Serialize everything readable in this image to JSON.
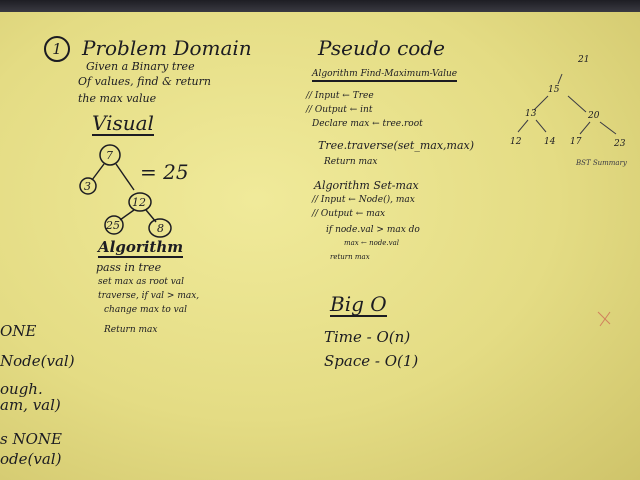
{
  "problem": {
    "number": "1",
    "title": "Problem Domain",
    "lines": [
      "Given a Binary tree",
      "Of values, find & return",
      "the max value"
    ]
  },
  "visual": {
    "title": "Visual",
    "eq": "= 25",
    "nodes": [
      "7",
      "3",
      "12",
      "25",
      "8"
    ]
  },
  "algorithm": {
    "title": "Algorithm",
    "lines": [
      "pass in tree",
      "set max as root val",
      "traverse, if val > max,",
      "change max to val",
      "Return max"
    ]
  },
  "pseudo": {
    "title": "Pseudo code",
    "alg1_title": "Algorithm  Find-Maximum-Value",
    "alg1_lines": [
      "// Input ← Tree",
      "// Output ← int",
      "Declare max ← tree.root",
      "Tree.traverse(set_max,max)",
      "Return max"
    ],
    "alg2_title": "Algorithm Set-max",
    "alg2_lines": [
      "// Input ← Node(), max",
      "// Output ← max",
      "if node.val > max do",
      "max ← node.val",
      "return max"
    ]
  },
  "big_o": {
    "title": "Big O",
    "time": "Time - O(n)",
    "space": "Space - O(1)"
  },
  "right_tree": {
    "nodes": [
      "21",
      "15",
      "20",
      "13",
      "17",
      "23",
      "12",
      "14"
    ],
    "caption": "BST Summary"
  },
  "left_edge": {
    "lines": [
      "ONE",
      "Node(val)",
      "ough.",
      "am, val)",
      "s NONE",
      "ode(val)"
    ]
  }
}
